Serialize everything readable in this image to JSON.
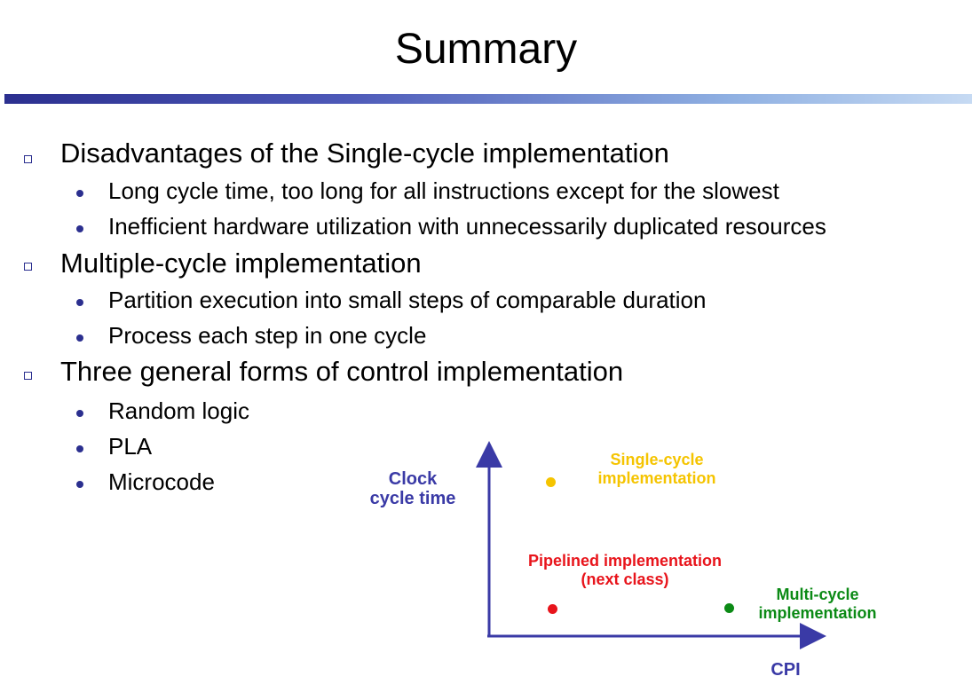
{
  "slide": {
    "title": "Summary"
  },
  "bullets": [
    {
      "text": "Disadvantages of the Single-cycle implementation",
      "sub": [
        "Long cycle time, too long for all instructions except for the slowest",
        "Inefficient hardware utilization with unnecessarily duplicated resources"
      ]
    },
    {
      "text": "Multiple-cycle implementation",
      "sub": [
        "Partition execution into small steps of comparable duration",
        "Process each step in one cycle"
      ]
    },
    {
      "text": "Three general forms of control implementation",
      "sub": [
        "Random logic",
        "PLA",
        "Microcode"
      ]
    }
  ],
  "diagram": {
    "y_axis_label_1": "Clock",
    "y_axis_label_2": "cycle time",
    "x_axis_label": "CPI",
    "single_cycle": {
      "line1": "Single-cycle",
      "line2": "implementation",
      "color": "#f5c400"
    },
    "pipelined": {
      "line1": "Pipelined implementation",
      "line2": "(next class)",
      "color": "#e8141b"
    },
    "multi_cycle": {
      "line1": "Multi-cycle",
      "line2": "implementation",
      "color": "#0b8a15"
    },
    "axis_color": "#3a3aa6"
  }
}
